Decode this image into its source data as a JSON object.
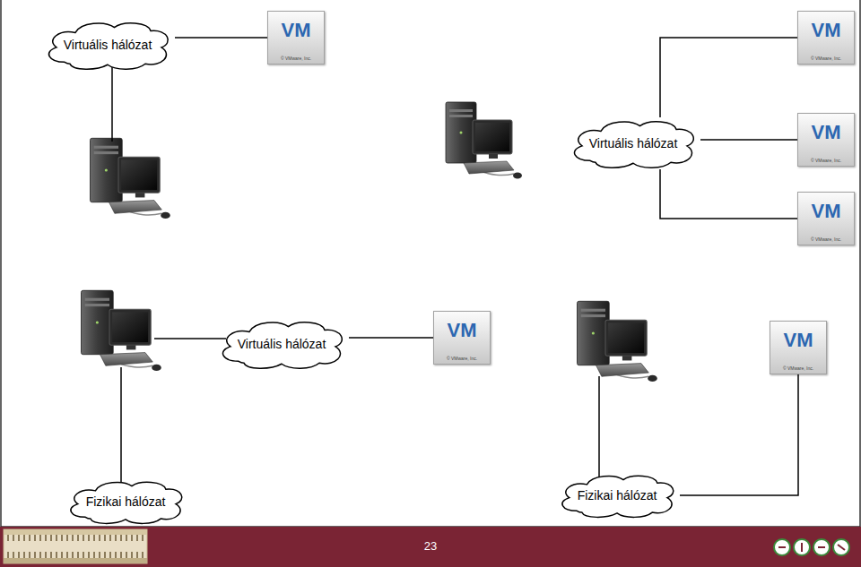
{
  "diagram": {
    "nodes": [
      {
        "text": [
          "Virtuális hálózat"
        ]
      },
      {
        "text": [
          "VM",
          "© VMware, Inc."
        ]
      },
      {
        "text": [
          "VM",
          "© VMware, Inc."
        ]
      },
      {
        "text": [
          "Virtuális hálózat"
        ]
      },
      {
        "text": [
          "VM",
          "© VMware, Inc."
        ]
      },
      {
        "text": [
          "VM",
          "© VMware, Inc."
        ]
      },
      {
        "text": [
          "Virtuális hálózat"
        ]
      },
      {
        "text": [
          "VM",
          "© VMware, Inc."
        ]
      },
      {
        "text": [
          "VM",
          "© VMware, Inc."
        ]
      },
      {
        "text": [
          "Fizikai hálózat"
        ]
      },
      {
        "text": [
          "Fizikai hálózat"
        ]
      }
    ],
    "edges": [
      {
        "from": 0,
        "to": 1,
        "arrow": "none"
      },
      {
        "from": 3,
        "to": 2,
        "arrow": "none"
      },
      {
        "from": 3,
        "to": 4,
        "arrow": "none"
      },
      {
        "from": 3,
        "to": 5,
        "arrow": "none"
      },
      {
        "from": 6,
        "to": 7,
        "arrow": "none"
      },
      {
        "from": 10,
        "to": 8,
        "arrow": "none"
      }
    ],
    "labels": [
      "23"
    ]
  }
}
